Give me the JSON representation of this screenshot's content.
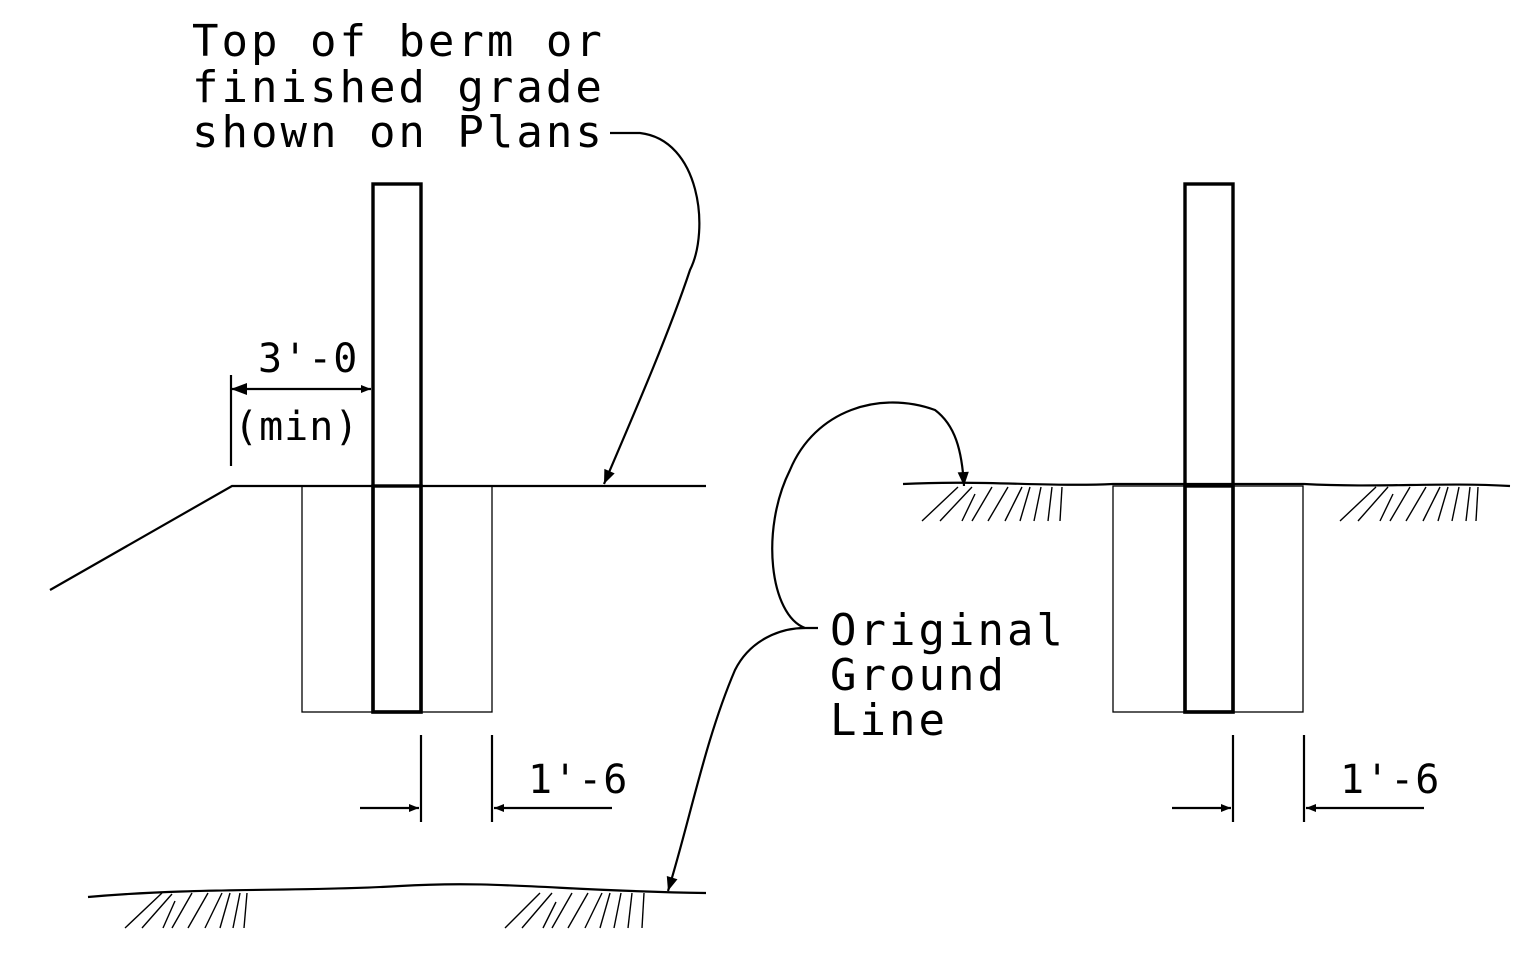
{
  "labels": {
    "top_of_berm": [
      "Top of berm or",
      "finished grade",
      "shown on Plans"
    ],
    "original_ground": [
      "Original",
      "Ground",
      "Line"
    ],
    "offset_value": "3'-0",
    "offset_qualifier": "(min)",
    "width_left": "1'-6",
    "width_right": "1'-6"
  },
  "colors": {
    "line": "#000000",
    "background": "#ffffff"
  }
}
